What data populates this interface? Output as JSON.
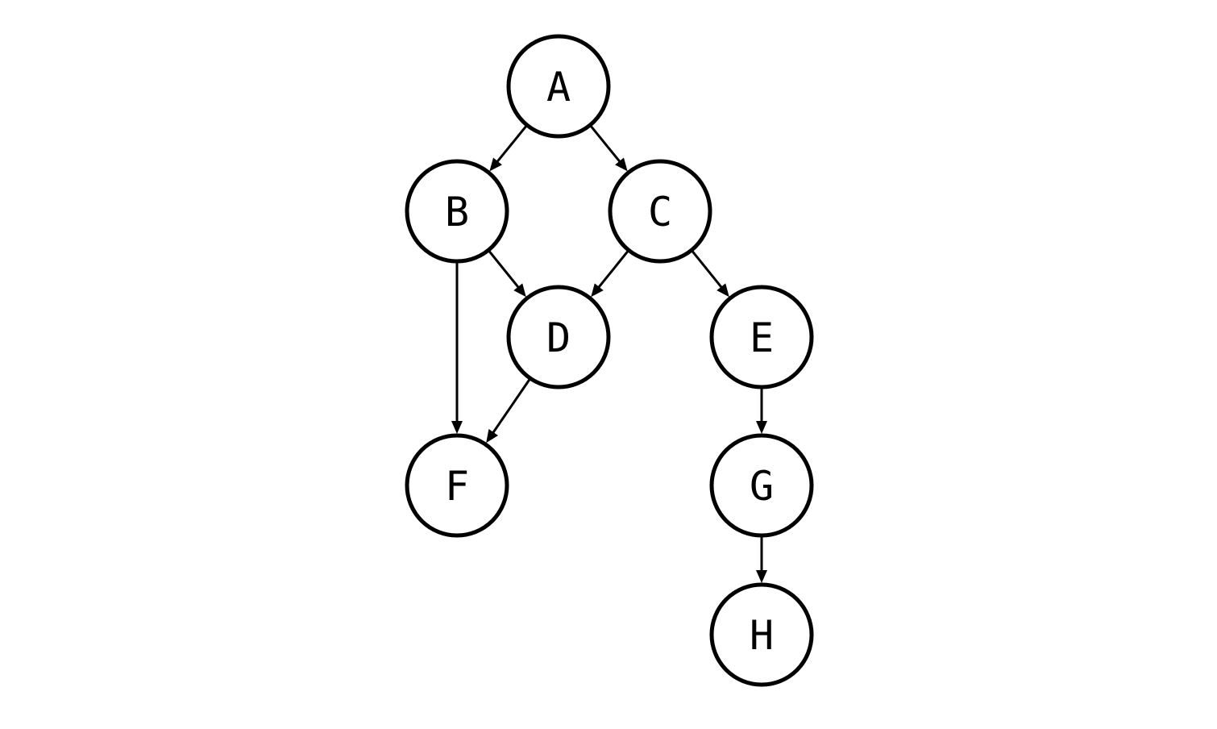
{
  "nodes": [
    {
      "id": "A",
      "label": "A"
    },
    {
      "id": "B",
      "label": "B"
    },
    {
      "id": "C",
      "label": "C"
    },
    {
      "id": "D",
      "label": "D"
    },
    {
      "id": "E",
      "label": "E"
    },
    {
      "id": "F",
      "label": "F"
    },
    {
      "id": "G",
      "label": "G"
    },
    {
      "id": "H",
      "label": "H"
    }
  ],
  "edges": [
    [
      "A",
      "B"
    ],
    [
      "A",
      "C"
    ],
    [
      "B",
      "D"
    ],
    [
      "B",
      "F"
    ],
    [
      "C",
      "D"
    ],
    [
      "C",
      "E"
    ],
    [
      "D",
      "F"
    ],
    [
      "E",
      "G"
    ],
    [
      "G",
      "H"
    ]
  ]
}
